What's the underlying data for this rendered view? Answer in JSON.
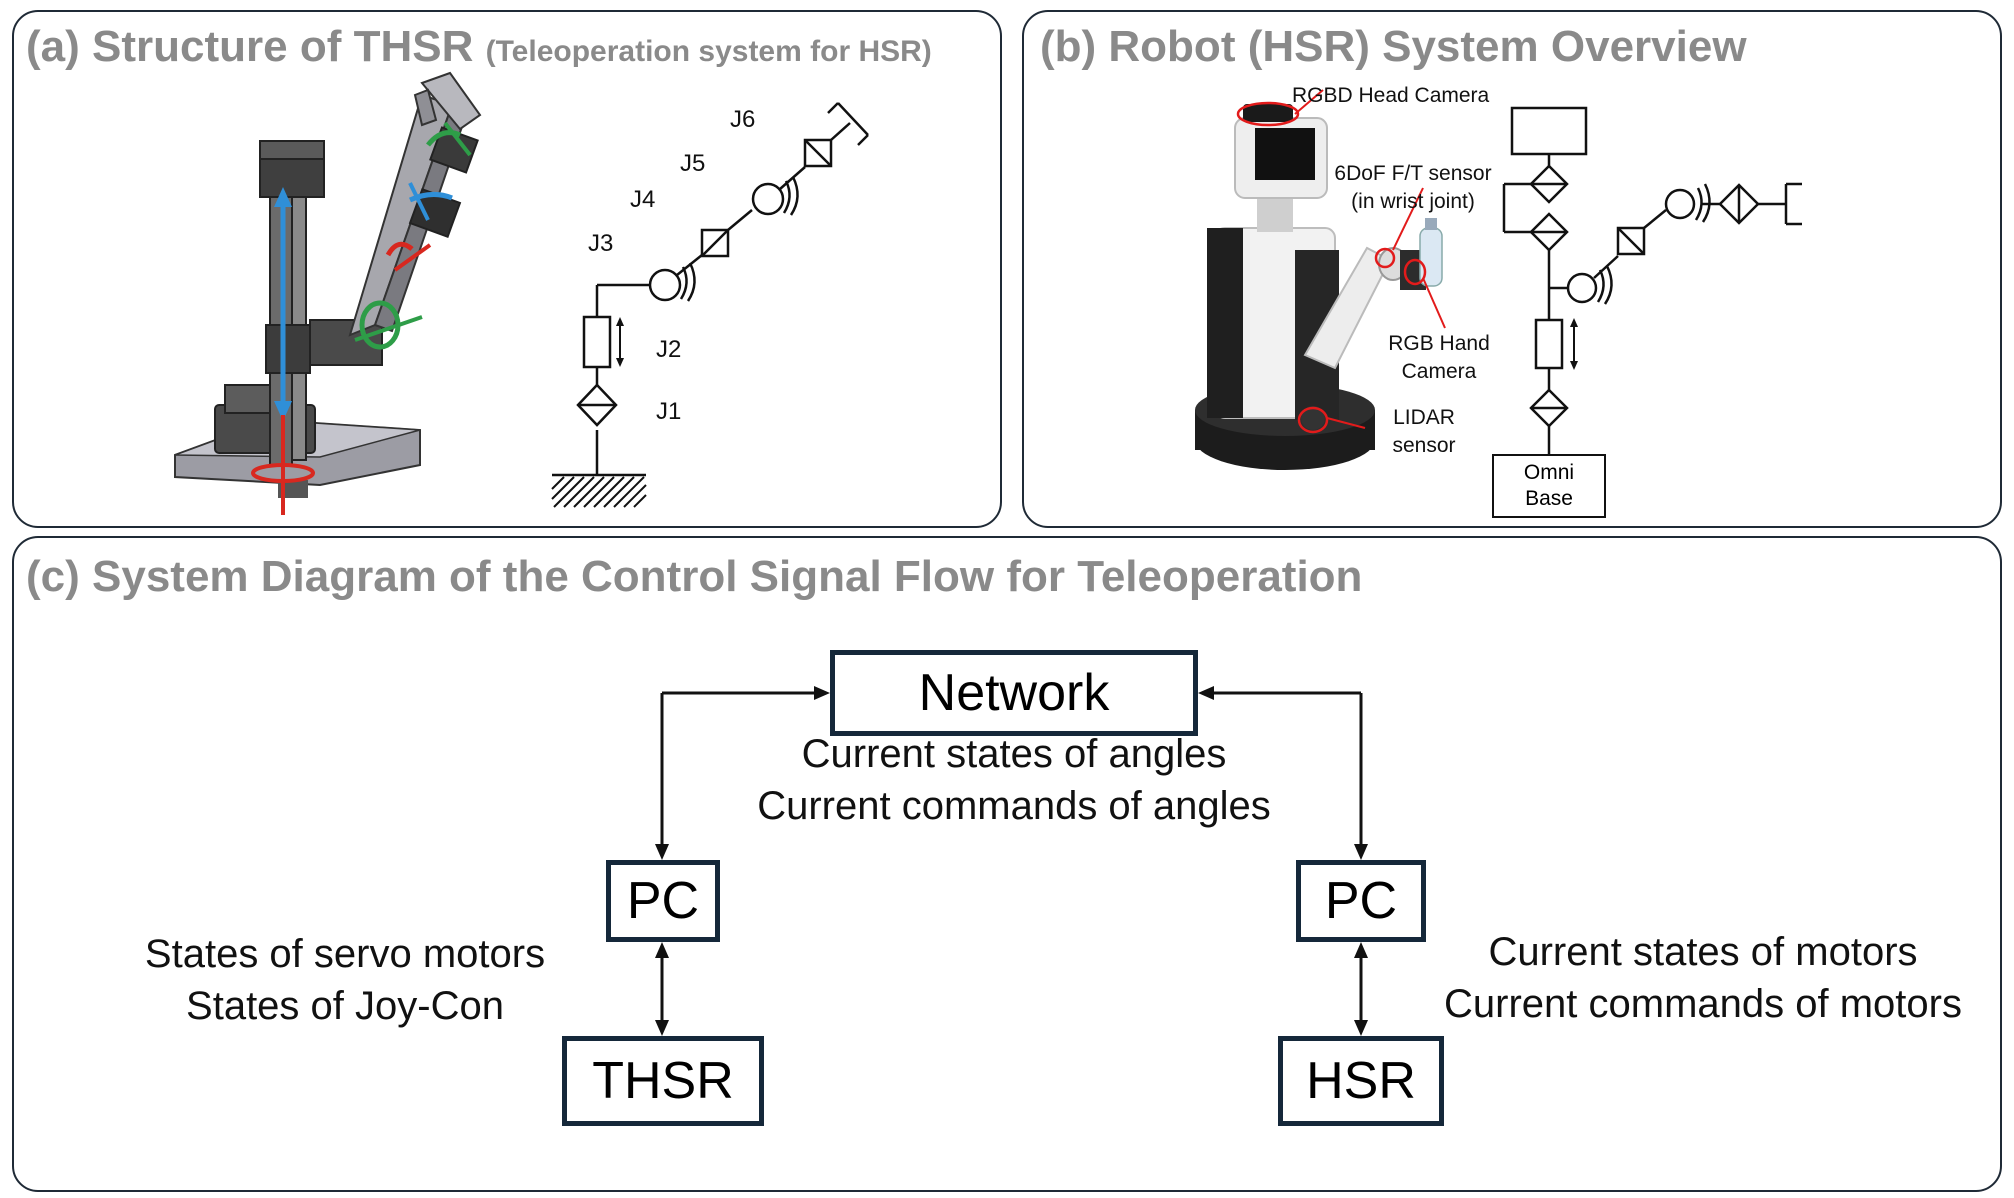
{
  "panels": {
    "a": {
      "title": "(a) Structure of THSR",
      "subtitle": "(Teleoperation system for HSR)"
    },
    "b": {
      "title": "(b) Robot (HSR) System Overview"
    },
    "c": {
      "title": "(c) System Diagram of the Control Signal Flow for Teleoperation"
    }
  },
  "joints": {
    "j1": "J1",
    "j2": "J2",
    "j3": "J3",
    "j4": "J4",
    "j5": "J5",
    "j6": "J6"
  },
  "hsr_labels": {
    "head_camera": "RGBD Head Camera",
    "ft_sensor_1": "6DoF F/T sensor",
    "ft_sensor_2": "(in wrist joint)",
    "hand_camera_1": "RGB Hand",
    "hand_camera_2": "Camera",
    "lidar_1": "LIDAR",
    "lidar_2": "sensor",
    "omni_base_1": "Omni",
    "omni_base_2": "Base"
  },
  "flow": {
    "network": "Network",
    "network_text_1": "Current states of angles",
    "network_text_2": "Current commands of angles",
    "pc_left": "PC",
    "pc_right": "PC",
    "thsr": "THSR",
    "hsr": "HSR",
    "left_text_1": "States of servo motors",
    "left_text_2": "States of Joy-Con",
    "right_text_1": "Current states of motors",
    "right_text_2": "Current commands of motors"
  },
  "colors": {
    "title_gray": "#8a8a8a",
    "border": "#15283a",
    "axis_blue": "#2f8fd8",
    "axis_red": "#d8281f",
    "axis_green": "#2e9d48"
  }
}
